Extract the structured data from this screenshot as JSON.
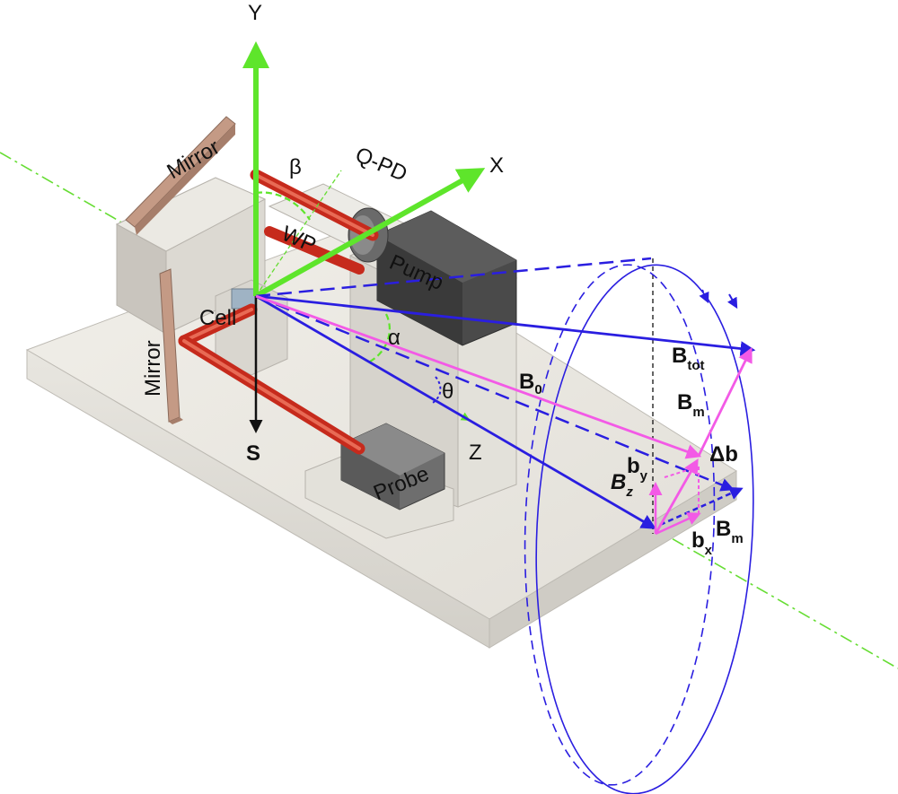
{
  "labels": {
    "y_axis": "Y",
    "x_axis": "X",
    "z_axis": "Z",
    "s_axis": "S",
    "mirror_top": "Mirror",
    "mirror_left": "Mirror",
    "qpd": "Q-PD",
    "wp": "WP",
    "pump": "Pump",
    "cell": "Cell",
    "probe": "Probe",
    "beta": "β",
    "alpha": "α",
    "theta": "θ",
    "b0": "B",
    "b0_sub": "0",
    "btot": "B",
    "btot_sub": "tot",
    "bm": "B",
    "bm_sub": "m",
    "bm2": "B",
    "bm2_sub": "m",
    "delta_b": "Δb",
    "by": "b",
    "by_sub": "y",
    "bx": "b",
    "bx_sub": "x",
    "bz": "B",
    "bz_sub": "z"
  },
  "colors": {
    "axis_green": "#5ee52b",
    "dashdot_green": "#66dd33",
    "field_blue": "#2a1ee0",
    "field_magenta": "#f35ae6",
    "laser_red": "#d83a2a",
    "base_gray": "#e8e6e1",
    "mirror_brown": "#c9a08a"
  }
}
